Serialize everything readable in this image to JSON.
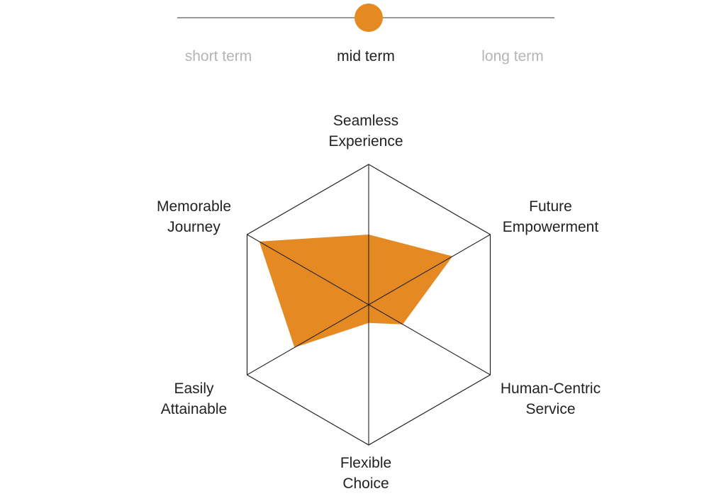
{
  "accent_color": "#e58a23",
  "inactive_color": "#b5b5b5",
  "active_color": "#222222",
  "timeline": {
    "options": [
      "short term",
      "mid term",
      "long term"
    ],
    "selected_index": 1
  },
  "chart_data": {
    "type": "radar",
    "title": "",
    "axes": [
      {
        "label_lines": [
          "Seamless",
          "Experience"
        ],
        "value": 0.5
      },
      {
        "label_lines": [
          "Future",
          "Empowerment"
        ],
        "value": 0.69
      },
      {
        "label_lines": [
          "Human-Centric",
          "Service"
        ],
        "value": 0.28
      },
      {
        "label_lines": [
          "Flexible",
          "Choice"
        ],
        "value": 0.13
      },
      {
        "label_lines": [
          "Easily",
          "Attainable"
        ],
        "value": 0.61
      },
      {
        "label_lines": [
          "Memorable",
          "Journey"
        ],
        "value": 0.9
      }
    ],
    "range": [
      0,
      1
    ],
    "grid_rings": 1,
    "fill_color": "#e58a23"
  }
}
